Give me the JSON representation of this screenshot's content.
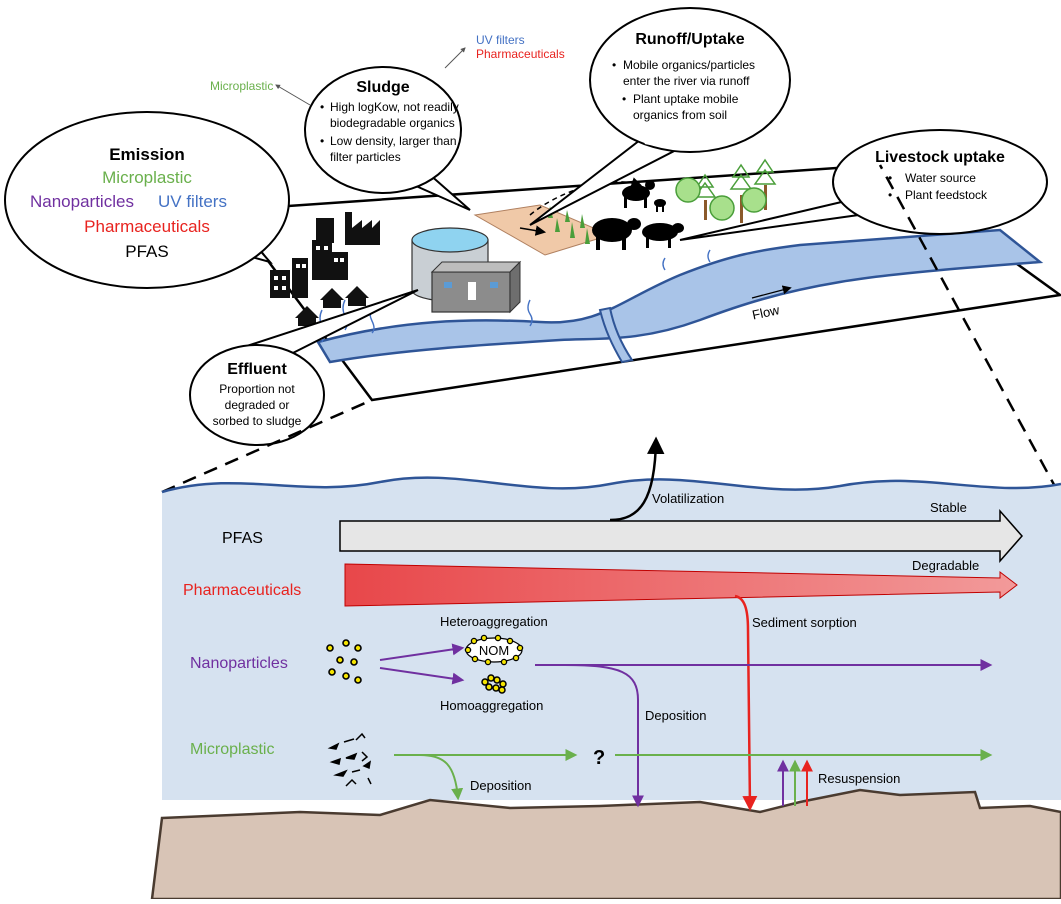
{
  "top_labels": {
    "microplastic": "Microplastic",
    "uv_filters": "UV filters",
    "pharmaceuticals": "Pharmaceuticals",
    "flow": "Flow"
  },
  "emission": {
    "title": "Emission",
    "microplastic": "Microplastic",
    "nanoparticles": "Nanoparticles",
    "uv_filters": "UV filters",
    "pharmaceuticals": "Pharmaceuticals",
    "pfas": "PFAS"
  },
  "sludge": {
    "title": "Sludge",
    "bullets": [
      [
        "High logKow, not readily",
        "biodegradable organics"
      ],
      [
        "Low density, larger than",
        "filter particles"
      ]
    ]
  },
  "runoff": {
    "title": "Runoff/Uptake",
    "bullets": [
      [
        "Mobile organics/particles",
        "enter the river via runoff"
      ],
      [
        "Plant uptake mobile",
        "organics from soil"
      ]
    ]
  },
  "livestock": {
    "title": "Livestock uptake",
    "bullets": [
      [
        "Water source"
      ],
      [
        "Plant feedstock"
      ]
    ]
  },
  "effluent": {
    "title": "Effluent",
    "lines": [
      "Proportion not",
      "degraded or",
      "sorbed to sludge"
    ]
  },
  "river_section": {
    "pfas": "PFAS",
    "pharmaceuticals": "Pharmaceuticals",
    "nanoparticles": "Nanoparticles",
    "microplastic": "Microplastic",
    "volatilization": "Volatilization",
    "stable": "Stable",
    "degradable": "Degradable",
    "sediment_sorption": "Sediment sorption",
    "heteroaggregation": "Heteroaggregation",
    "nom": "NOM",
    "homoaggregation": "Homoaggregation",
    "deposition_np": "Deposition",
    "deposition_mp": "Deposition",
    "question": "?",
    "resuspension": "Resuspension"
  },
  "colors": {
    "green": "#6ab04c",
    "purple": "#7030a0",
    "blue": "#4472c4",
    "red": "#e8231f",
    "water": "#d6e2f0",
    "sediment": "#d8c4b6",
    "river": "#a9c4e8",
    "river_edge": "#2f5597"
  }
}
